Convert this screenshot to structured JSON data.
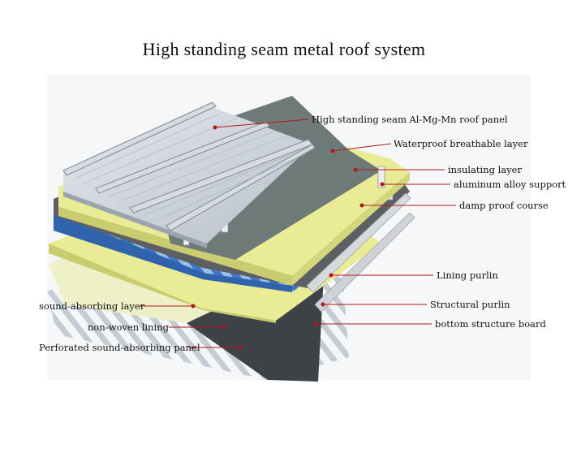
{
  "title": "High standing seam metal roof system",
  "labels": {
    "roof_panel": "High standing seam Al-Mg-Mn roof panel",
    "breathable_layer": "Waterproof breathable layer",
    "insulating_layer": "insulating layer",
    "alloy_support": "aluminum alloy  support",
    "damp_proof": "damp proof course",
    "lining_purlin": "Lining purlin",
    "structural_purlin": "Structural purlin",
    "bottom_board": "bottom structure board",
    "sound_absorbing": "sound-absorbing layer",
    "non_woven": "non-woven lining",
    "perforated_panel": "Perforated sound-absorbing panel"
  },
  "colors": {
    "roof_panel": "#c3cbd3",
    "breathable": "#6e7a78",
    "insulation": "#e9ec94",
    "damp_proof": "#5c6063",
    "deck_blue": "#3f7fd0",
    "deck_light": "#a9c8f0",
    "leader_line": "#b01818",
    "purlin": "#d7dadd"
  }
}
